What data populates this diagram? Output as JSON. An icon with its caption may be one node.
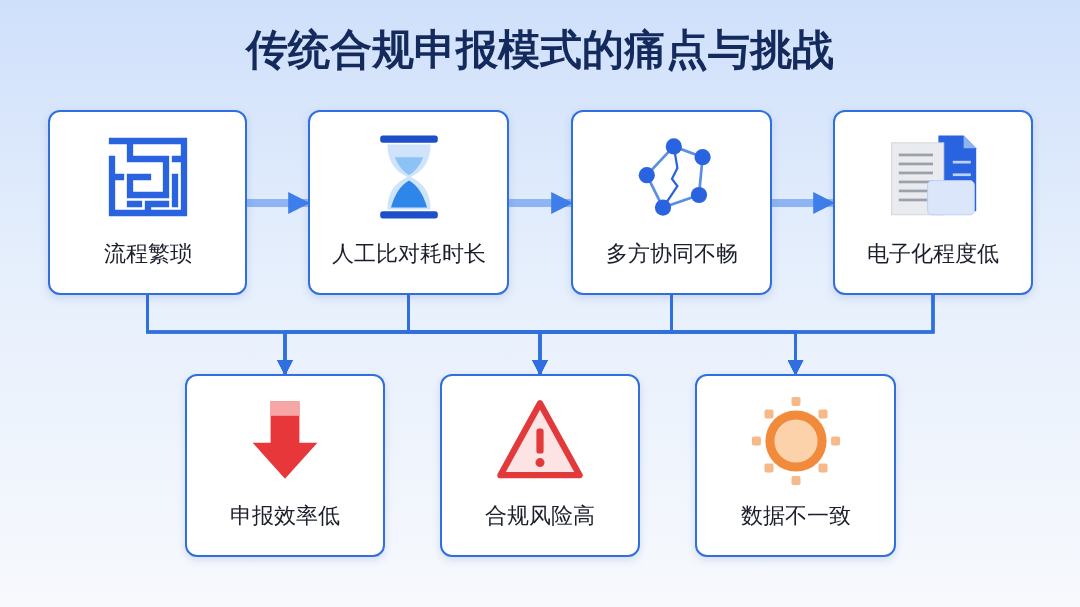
{
  "diagram": {
    "title": "传统合规申报模式的痛点与挑战",
    "nodes": [
      {
        "text": [
          "流程繁琐"
        ]
      },
      {
        "text": [
          "人工比对耗时长"
        ]
      },
      {
        "text": [
          "多方协同不畅"
        ]
      },
      {
        "text": [
          "电子化程度低"
        ]
      },
      {
        "text": [
          "申报效率低"
        ]
      },
      {
        "text": [
          "合规风险高"
        ]
      },
      {
        "text": [
          "数据不一致"
        ]
      }
    ],
    "edges": [
      {
        "from": 0,
        "to": 1,
        "arrow": "to",
        "style": "thick",
        "color": "#8fb4f3"
      },
      {
        "from": 1,
        "to": 2,
        "arrow": "to",
        "style": "thick",
        "color": "#8fb4f3"
      },
      {
        "from": 2,
        "to": 3,
        "arrow": "to",
        "style": "thick",
        "color": "#8fb4f3"
      },
      {
        "from": 0,
        "to": 4,
        "arrow": "to"
      },
      {
        "from": 0,
        "to": 5,
        "arrow": "to"
      },
      {
        "from": 0,
        "to": 6,
        "arrow": "to"
      },
      {
        "from": 1,
        "to": 4,
        "arrow": "to"
      },
      {
        "from": 1,
        "to": 5,
        "arrow": "to"
      },
      {
        "from": 1,
        "to": 6,
        "arrow": "to"
      },
      {
        "from": 2,
        "to": 4,
        "arrow": "to"
      },
      {
        "from": 2,
        "to": 5,
        "arrow": "to"
      },
      {
        "from": 2,
        "to": 6,
        "arrow": "to"
      },
      {
        "from": 3,
        "to": 4,
        "arrow": "to"
      },
      {
        "from": 3,
        "to": 5,
        "arrow": "to"
      },
      {
        "from": 3,
        "to": 6,
        "arrow": "to"
      }
    ]
  }
}
